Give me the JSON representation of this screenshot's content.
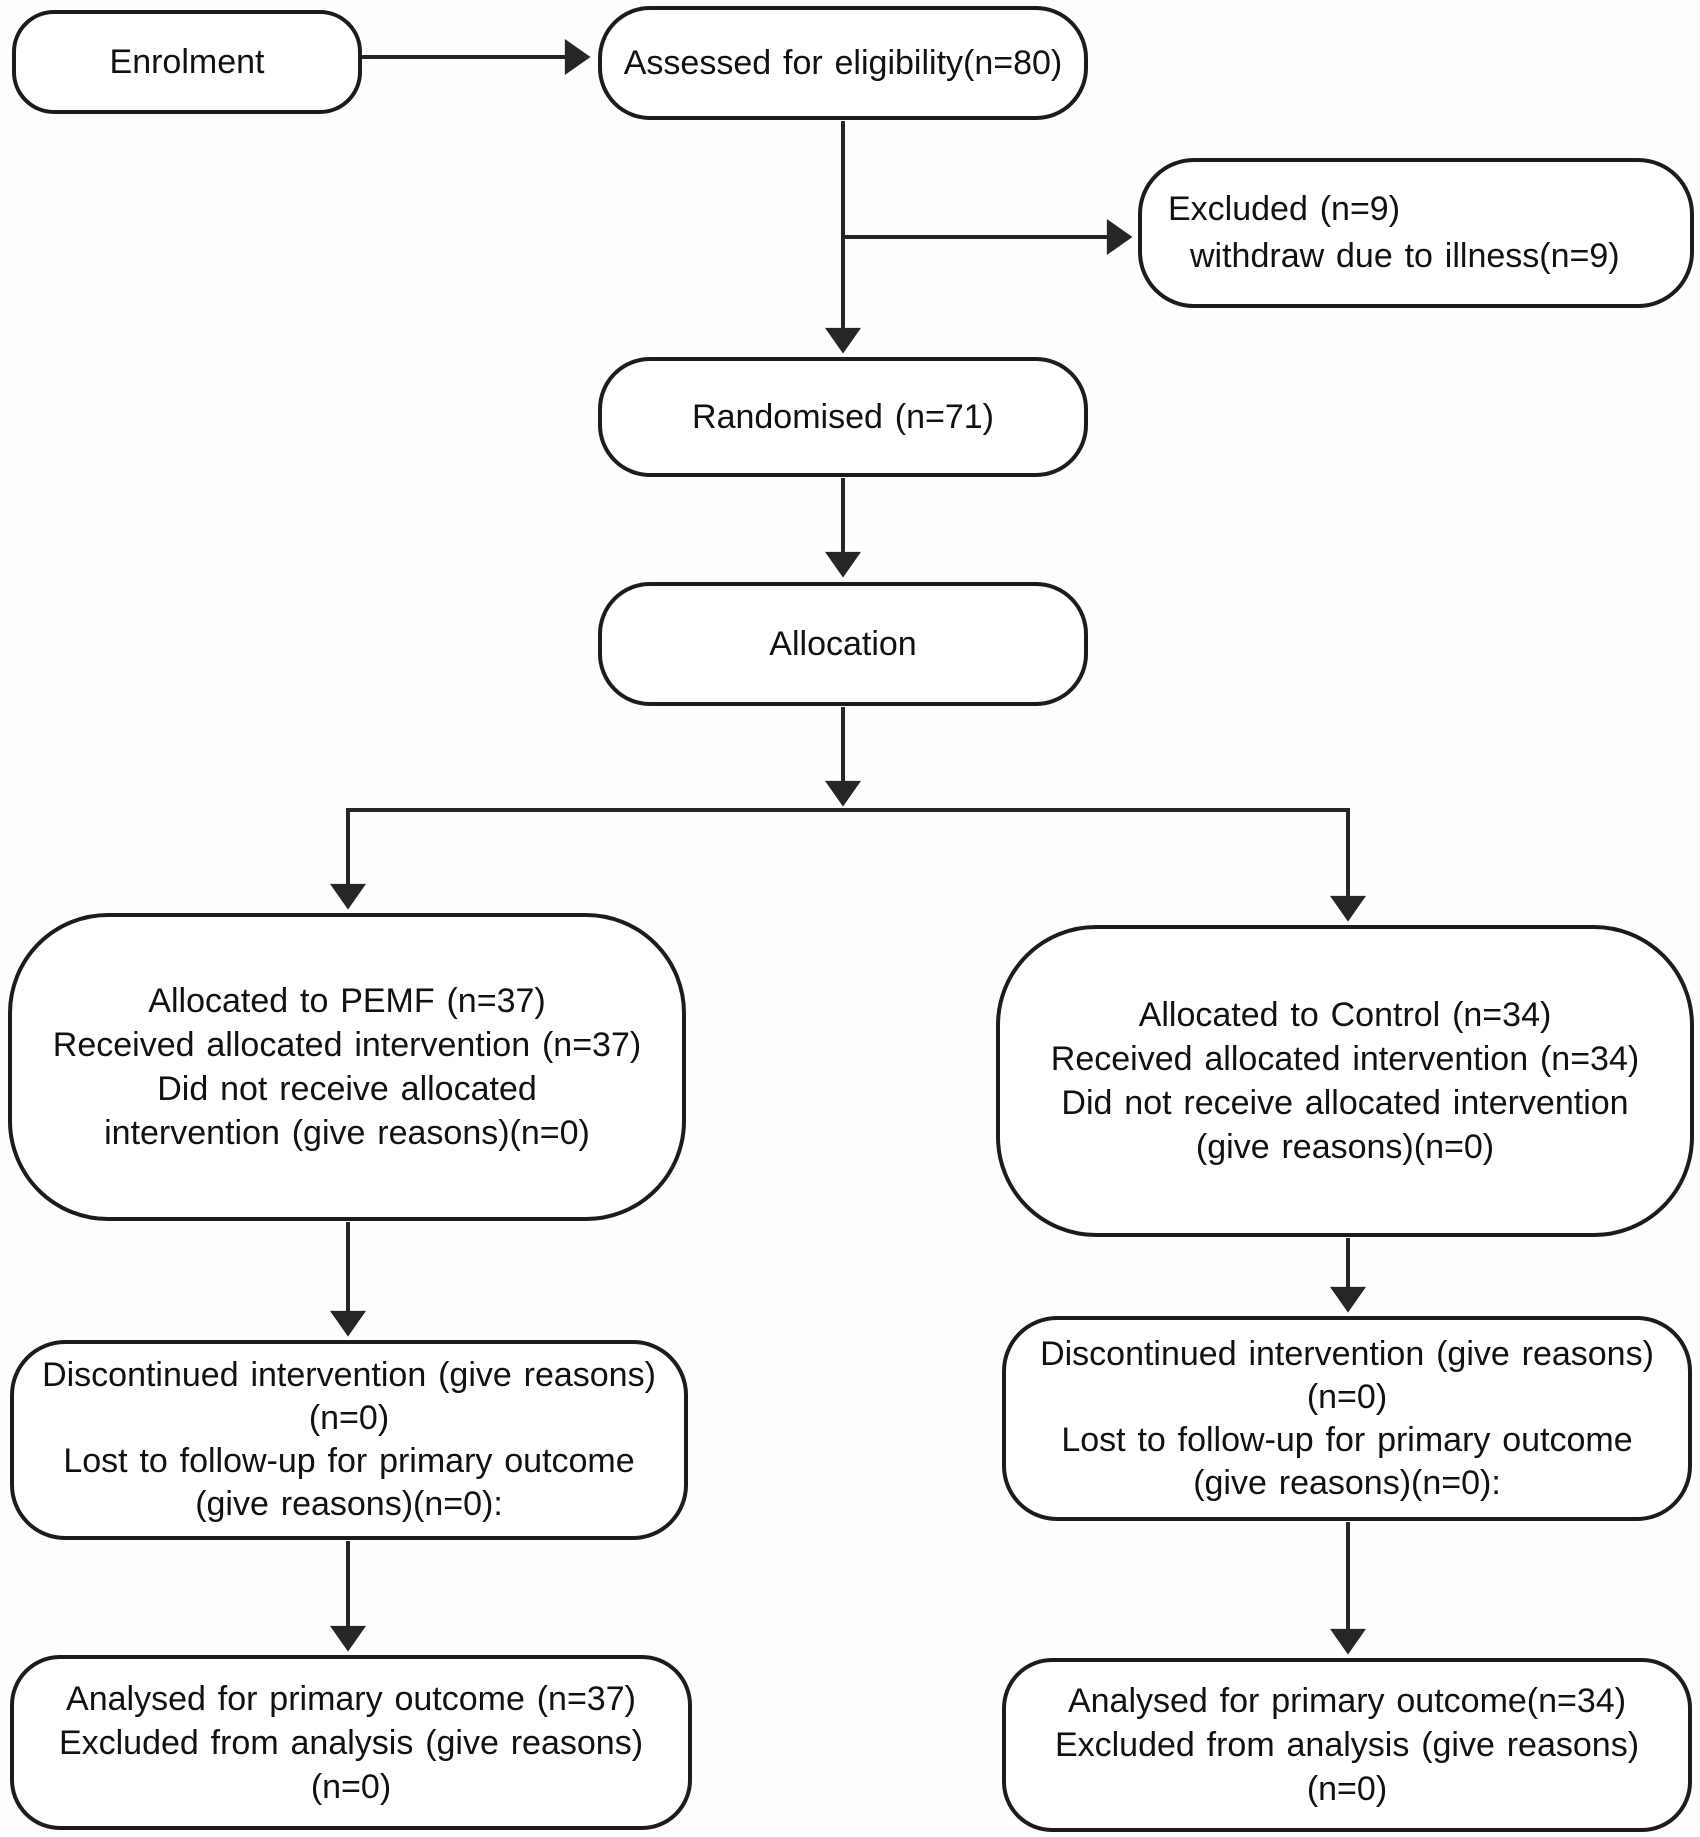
{
  "boxes": {
    "enrolment": {
      "lines": [
        "Enrolment"
      ]
    },
    "assessed": {
      "lines": [
        "Assessed for eligibility(n=80)"
      ]
    },
    "excluded": {
      "lines": [
        "Excluded (n=9)",
        "withdraw due to illness(n=9)"
      ]
    },
    "randomised": {
      "lines": [
        "Randomised (n=71)"
      ]
    },
    "allocation": {
      "lines": [
        "Allocation"
      ]
    },
    "allocated_pemf": {
      "lines": [
        "Allocated to PEMF (n=37)",
        "Received allocated intervention (n=37)",
        "Did not receive allocated",
        "intervention (give reasons)(n=0)"
      ]
    },
    "allocated_control": {
      "lines": [
        "Allocated to Control (n=34)",
        "Received allocated intervention (n=34)",
        "Did not receive allocated intervention",
        "(give reasons)(n=0)"
      ]
    },
    "discontinued_pemf": {
      "lines": [
        "Discontinued intervention (give reasons)",
        "(n=0)",
        "Lost to follow-up for primary outcome",
        "(give reasons)(n=0):"
      ]
    },
    "discontinued_control": {
      "lines": [
        "Discontinued intervention (give reasons)",
        "(n=0)",
        "Lost to follow-up for primary outcome",
        "(give reasons)(n=0):"
      ]
    },
    "analysed_pemf": {
      "lines": [
        "Analysed for primary outcome (n=37)",
        "Excluded from analysis (give reasons)",
        "(n=0)"
      ]
    },
    "analysed_control": {
      "lines": [
        "Analysed for primary outcome(n=34)",
        "Excluded from analysis (give reasons)",
        "(n=0)"
      ]
    }
  },
  "counts": {
    "assessed": 80,
    "excluded": 9,
    "randomised": 71,
    "allocated_pemf": 37,
    "allocated_control": 34,
    "discontinued_pemf": 0,
    "discontinued_control": 0,
    "analysed_pemf": 37,
    "analysed_control": 34
  },
  "colors": {
    "line": "#262626",
    "box_border": "#1c1c1c",
    "text": "#111111",
    "background": "#ffffff"
  }
}
